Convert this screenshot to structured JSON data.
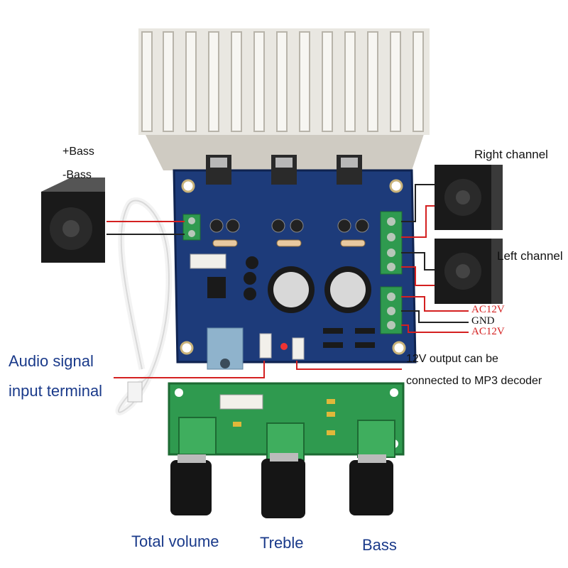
{
  "labels": {
    "plus_bass": "+Bass",
    "minus_bass": "-Bass",
    "right_channel": "Right channel",
    "left_channel": "Left channel",
    "ac12v_top": "AC12V",
    "gnd": "GND",
    "ac12v_bottom": "AC12V",
    "audio_signal_line1": "Audio signal",
    "audio_signal_line2": "input terminal",
    "output_12v_line1": "12V output can be",
    "output_12v_line2": "connected to MP3 decoder",
    "total_volume": "Total volume",
    "treble": "Treble",
    "bass": "Bass"
  },
  "colors": {
    "pcb": "#1d3b7a",
    "heatsink": "#e6e4de",
    "terminal": "#2f9a4f",
    "wire_red": "#d42020",
    "wire_black": "#222222",
    "label_blue": "#1a3a8a"
  }
}
